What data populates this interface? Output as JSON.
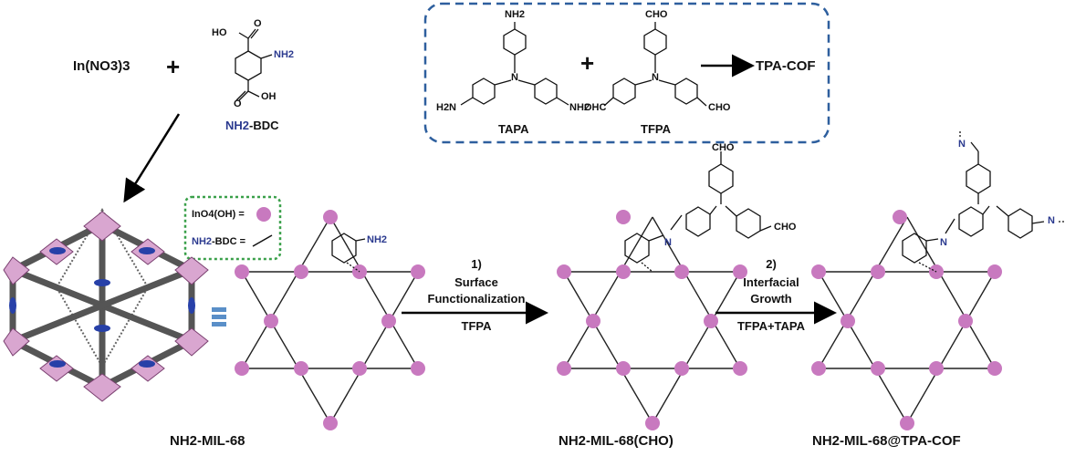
{
  "reaction": {
    "metal_salt": "In(NO3)3",
    "plus": "+",
    "linker_label_prefix": "NH2",
    "linker_label_suffix": "-BDC",
    "linker_groups": {
      "acid_top": "HO",
      "acid_top_o": "O",
      "acid_bottom": "OH",
      "acid_bottom_o": "O",
      "amine": "NH2"
    }
  },
  "cof_box": {
    "tapa_label": "TAPA",
    "tfpa_label": "TFPA",
    "plus": "+",
    "product": "TPA-COF",
    "tapa_groups": {
      "top": "NH2",
      "left": "H2N",
      "right": "NH2",
      "center": "N"
    },
    "tfpa_groups": {
      "top": "CHO",
      "left": "OHC",
      "right": "CHO",
      "center": "N"
    }
  },
  "legend": {
    "node_text": "InO4(OH) =",
    "linker_text_prefix": "NH2",
    "linker_text_suffix": "-BDC ="
  },
  "steps": [
    {
      "number": "1)",
      "line1": "Surface",
      "line2": "Functionalization",
      "reagent": "TFPA"
    },
    {
      "number": "2)",
      "line1": "Interfacial",
      "line2": "Growth",
      "reagent": "TFPA+TAPA"
    }
  ],
  "labels": {
    "mof": "NH2-MIL-68",
    "cho": "NH2-MIL-68(CHO)",
    "cof": "NH2-MIL-68@TPA-COF"
  },
  "fragments": {
    "amine": "NH2",
    "cho": "CHO",
    "imine_n": "N"
  },
  "colors": {
    "node": "#c879bf",
    "box_border": "#2e5f9e",
    "legend_border": "#3aa04a",
    "amine_text": "#2b3a8f",
    "stack_icon": "#5a8fc8"
  }
}
